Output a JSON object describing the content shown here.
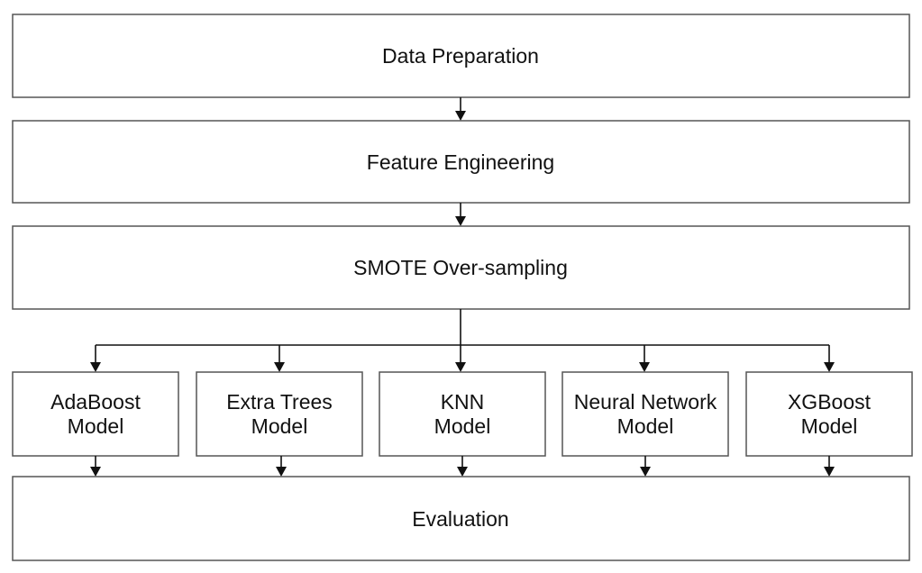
{
  "diagram": {
    "steps": {
      "data_preparation": "Data Preparation",
      "feature_engineering": "Feature Engineering",
      "smote": "SMOTE Over-sampling",
      "evaluation": "Evaluation"
    },
    "models": [
      {
        "line1": "AdaBoost",
        "line2": "Model"
      },
      {
        "line1": "Extra Trees",
        "line2": "Model"
      },
      {
        "line1": "KNN",
        "line2": "Model"
      },
      {
        "line1": "Neural Network",
        "line2": "Model"
      },
      {
        "line1": "XGBoost",
        "line2": "Model"
      }
    ],
    "colors": {
      "box_border": "#555555",
      "box_fill": "#ffffff",
      "edge": "#111111",
      "text": "#111111"
    }
  }
}
